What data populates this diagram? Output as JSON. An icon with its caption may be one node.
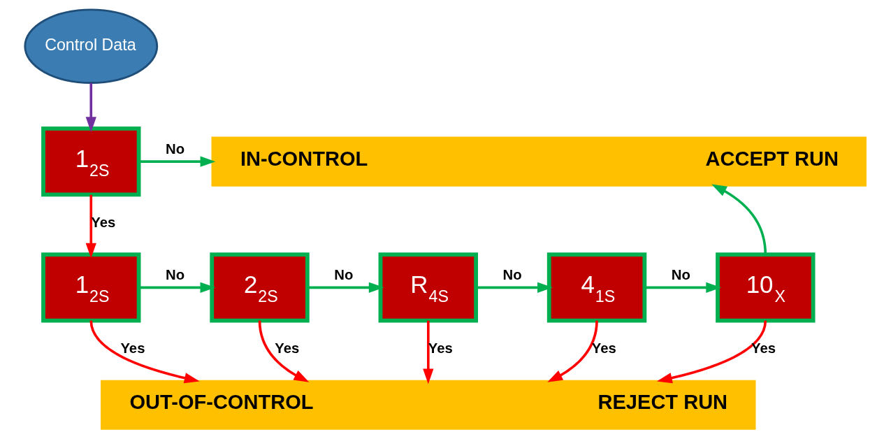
{
  "diagram": {
    "nodes": [
      {
        "text": [
          "Control Data"
        ]
      },
      {
        "text": [
          "1$_{2S}$"
        ]
      },
      {
        "text": [
          "IN-CONTROL",
          "ACCEPT RUN"
        ]
      },
      {
        "text": [
          "1$_{2S}$"
        ]
      },
      {
        "text": [
          "2$_{2S}$"
        ]
      },
      {
        "text": [
          "R$_{4S}$"
        ]
      },
      {
        "text": [
          "4$_{1S}$"
        ]
      },
      {
        "text": [
          "10$_{X}$"
        ]
      },
      {
        "text": [
          "OUT-OF-CONTROL",
          "REJECT RUN"
        ]
      }
    ],
    "edges": [
      {
        "from": 0,
        "to": 1,
        "arrow": "to",
        "color": "#7030a0"
      },
      {
        "from": 1,
        "to": 2,
        "arrow": "to",
        "label": "No",
        "color": "#00b050"
      },
      {
        "from": 1,
        "to": 3,
        "arrow": "to",
        "label": "Yes",
        "color": "#ff0000"
      },
      {
        "from": 3,
        "to": 4,
        "arrow": "to",
        "label": "No",
        "color": "#00b050"
      },
      {
        "from": 4,
        "to": 5,
        "arrow": "to",
        "label": "No",
        "color": "#00b050"
      },
      {
        "from": 5,
        "to": 6,
        "arrow": "to",
        "label": "No",
        "color": "#00b050"
      },
      {
        "from": 6,
        "to": 7,
        "arrow": "to",
        "label": "No",
        "color": "#00b050"
      },
      {
        "from": 7,
        "to": 2,
        "arrow": "to",
        "color": "#00b050"
      },
      {
        "from": 3,
        "to": 8,
        "arrow": "to",
        "label": "Yes",
        "color": "#ff0000"
      },
      {
        "from": 4,
        "to": 8,
        "arrow": "to",
        "label": "Yes",
        "color": "#ff0000"
      },
      {
        "from": 5,
        "to": 8,
        "arrow": "to",
        "label": "Yes",
        "color": "#ff0000"
      },
      {
        "from": 6,
        "to": 8,
        "arrow": "to",
        "label": "Yes",
        "color": "#ff0000"
      },
      {
        "from": 7,
        "to": 8,
        "arrow": "to",
        "label": "Yes",
        "color": "#ff0000"
      }
    ]
  }
}
